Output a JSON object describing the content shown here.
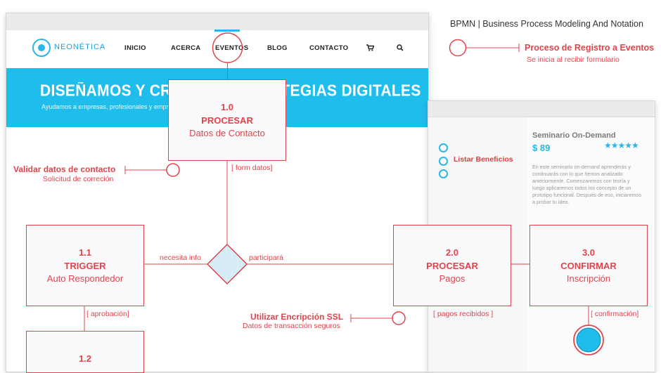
{
  "header": {
    "notation_title": "BPMN | Business Process Modeling And Notation"
  },
  "website": {
    "logo_text": "NEONÉTICA",
    "nav": [
      "INICIO",
      "ACERCA",
      "EVENTOS",
      "BLOG",
      "CONTACTO"
    ],
    "cart_icon": "cart-icon",
    "search_icon": "search-icon",
    "hero_title": "DISEÑAMOS Y CREAMOS ESTRATEGIAS DIGITALES",
    "hero_subtitle": "Ayudamos a empresas, profesionales y emprendedores"
  },
  "product_page": {
    "benefits_label": "Listar Beneficios",
    "seminar_title": "Seminario On-Demand",
    "price": "$ 89",
    "stars": "★★★★★",
    "description": "En este seminario on-demand aprenderás y continuarás con lo que hemos analizado anteriormente. Comenzaremos con teoría y luego aplicaremos todos los concepto de un prototipo funcional. Después de eso, iniciaremos a probar tu idea."
  },
  "diagram": {
    "start_event": {
      "title": "Proceso de Registro a Eventos",
      "subtitle": "Se inicia al recibir formulario"
    },
    "tasks": {
      "t10": {
        "number": "1.0",
        "name": "PROCESAR",
        "detail": "Datos de Contacto"
      },
      "t11": {
        "number": "1.1",
        "name": "TRIGGER",
        "detail": "Auto Respondedor"
      },
      "t12": {
        "number": "1.2"
      },
      "t20": {
        "number": "2.0",
        "name": "PROCESAR",
        "detail": "Pagos"
      },
      "t30": {
        "number": "3.0",
        "name": "CONFIRMAR",
        "detail": "Inscripción"
      }
    },
    "annotations": {
      "validar": {
        "title": "Validar datos de contacto",
        "subtitle": "Solicitud de correción"
      },
      "ssl": {
        "title": "Utilizar Encripción SSL",
        "subtitle": "Datos de transacción seguros"
      }
    },
    "conditions": {
      "form_datos": "[ form datos]",
      "necesita_info": "necesita info",
      "participara": "participará",
      "aprobacion": "[ aprobación]",
      "pagos_recibidos": "[ pagos recibidos ]",
      "confirmacion": "[ confirmación]"
    },
    "colors": {
      "accent": "#e2434b",
      "brand": "#1fbdeb",
      "gateway_fill": "#d6ecf7"
    }
  }
}
